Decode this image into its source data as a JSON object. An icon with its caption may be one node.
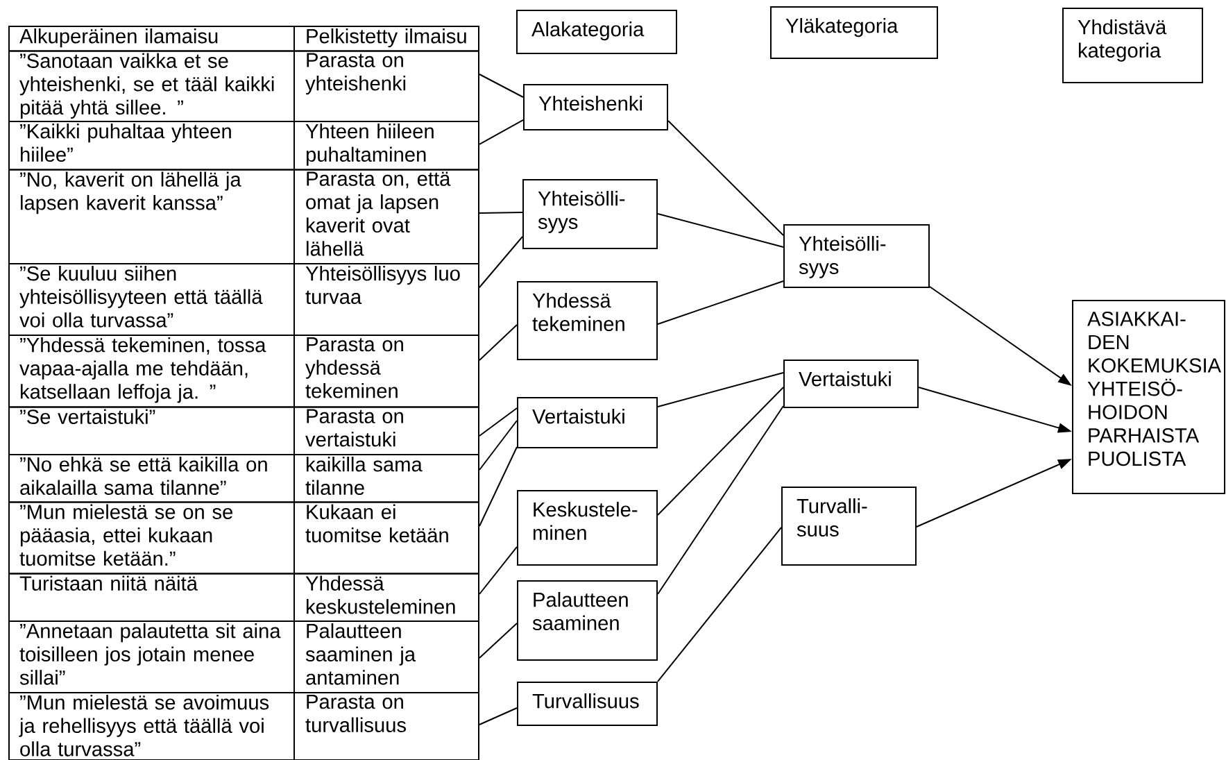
{
  "diagram": {
    "nodes": [
      {
        "text": [
          "Alkuperäinen ilamaisu",
          "Pelkistetty ilmaisu"
        ]
      },
      {
        "text": [
          "”Sanotaan vaikka et se yhteishenki, se et tääl kaikki pitää yhtä sillee. ”",
          "Parasta on yhteishenki"
        ]
      },
      {
        "text": [
          "”Kaikki puhaltaa yhteen hiilee”",
          "Yhteen hiileen puhaltaminen"
        ]
      },
      {
        "text": [
          "”No, kaverit on lähellä ja lapsen kaverit kanssa”",
          "Parasta on, että omat ja lapsen kaverit ovat lähellä"
        ]
      },
      {
        "text": [
          "”Se kuuluu siihen yhteisöllisyyteen että täällä voi olla turvassa”",
          "Yhteisöllisyys luo turvaa"
        ]
      },
      {
        "text": [
          "”Yhdessä tekeminen, tossa vapaa-ajalla me tehdään, katsellaan leffoja ja. ”",
          "Parasta on yhdessä tekeminen"
        ]
      },
      {
        "text": [
          "”Se vertaistuki”",
          "Parasta on vertaistuki"
        ]
      },
      {
        "text": [
          "”No ehkä se että kaikilla on aikalailla sama tilanne”",
          "kaikilla sama tilanne"
        ]
      },
      {
        "text": [
          "”Mun mielestä se on se pääasia, ettei kukaan tuomitse ketään.”",
          "Kukaan ei tuomitse ketään"
        ]
      },
      {
        "text": [
          "Turistaan niitä näitä",
          "Yhdessä keskusteleminen"
        ]
      },
      {
        "text": [
          "”Annetaan palautetta sit aina toisilleen jos jotain menee sillai”",
          "Palautteen saaminen ja antaminen"
        ]
      },
      {
        "text": [
          "”Mun mielestä se avoimuus ja rehellisyys että täällä voi olla turvassa”",
          "Parasta on turvallisuus"
        ]
      },
      {
        "text": [
          "Alakategoria"
        ]
      },
      {
        "text": [
          "Yläkategoria"
        ]
      },
      {
        "text": [
          "Yhdistävä kategoria"
        ]
      },
      {
        "text": [
          "Yhteishenki"
        ]
      },
      {
        "text": [
          "Yhteisölli- syys"
        ]
      },
      {
        "text": [
          "Yhdessä tekeminen"
        ]
      },
      {
        "text": [
          "Vertaistuki"
        ]
      },
      {
        "text": [
          "Keskustele- minen"
        ]
      },
      {
        "text": [
          "Palautteen saaminen"
        ]
      },
      {
        "text": [
          "Turvallisuus"
        ]
      },
      {
        "text": [
          "Yhteisölli- syys"
        ]
      },
      {
        "text": [
          "Vertaistuki"
        ]
      },
      {
        "text": [
          "Turvalli- suus"
        ]
      },
      {
        "text": [
          "ASIAKKAI- DEN KOKEMUKSIA YHTEISÖ- HOIDON PARHAISTA PUOLISTA"
        ]
      }
    ],
    "edges": [
      {
        "from": 1,
        "to": 15,
        "arrow": "none"
      },
      {
        "from": 2,
        "to": 15,
        "arrow": "none"
      },
      {
        "from": 3,
        "to": 16,
        "arrow": "none"
      },
      {
        "from": 4,
        "to": 16,
        "arrow": "none"
      },
      {
        "from": 5,
        "to": 17,
        "arrow": "none"
      },
      {
        "from": 6,
        "to": 18,
        "arrow": "none"
      },
      {
        "from": 7,
        "to": 18,
        "arrow": "none"
      },
      {
        "from": 8,
        "to": 18,
        "arrow": "none"
      },
      {
        "from": 9,
        "to": 19,
        "arrow": "none"
      },
      {
        "from": 10,
        "to": 20,
        "arrow": "none"
      },
      {
        "from": 11,
        "to": 21,
        "arrow": "none"
      },
      {
        "from": 15,
        "to": 22,
        "arrow": "none"
      },
      {
        "from": 16,
        "to": 22,
        "arrow": "none"
      },
      {
        "from": 17,
        "to": 22,
        "arrow": "none"
      },
      {
        "from": 18,
        "to": 23,
        "arrow": "none"
      },
      {
        "from": 19,
        "to": 23,
        "arrow": "none"
      },
      {
        "from": 20,
        "to": 23,
        "arrow": "none"
      },
      {
        "from": 21,
        "to": 24,
        "arrow": "none"
      },
      {
        "from": 22,
        "to": 25,
        "arrow": "to"
      },
      {
        "from": 23,
        "to": 25,
        "arrow": "to"
      },
      {
        "from": 24,
        "to": 25,
        "arrow": "to"
      }
    ]
  }
}
